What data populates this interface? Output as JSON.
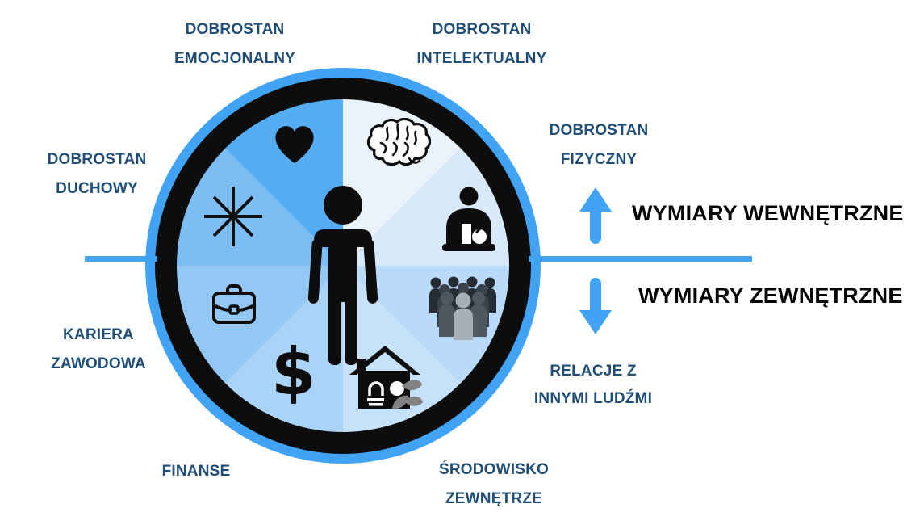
{
  "theme": {
    "accent": "#41a3f4",
    "label_color": "#1f4e79",
    "axis_text_color": "#050505",
    "wheel_ring_color": "#41a3f4",
    "wheel_inner_ring_color": "#0d0d0d"
  },
  "wheel": {
    "center_icon": "person-icon",
    "segments": [
      {
        "name": "dobrostan-intelektualny",
        "icon": "brain-icon",
        "color": "#eaf3fc"
      },
      {
        "name": "dobrostan-fizyczny",
        "icon": "person-eating-icon",
        "color": "#d8e9fa"
      },
      {
        "name": "relacje-z-innymi-ludzmi",
        "icon": "people-group-icon",
        "color": "#b9daf8"
      },
      {
        "name": "srodowisko-zewnetrze",
        "icon": "house-leaves-icon",
        "color": "#c6e1fa"
      },
      {
        "name": "finanse",
        "icon": "dollar-icon",
        "color": "#a9d3f7"
      },
      {
        "name": "kariera-zawodowa",
        "icon": "briefcase-icon",
        "color": "#93c8f5"
      },
      {
        "name": "dobrostan-duchowy",
        "icon": "star-icon",
        "color": "#7cbdf3"
      },
      {
        "name": "dobrostan-emocjonalny",
        "icon": "heart-icon",
        "color": "#55acf2"
      }
    ]
  },
  "labels": {
    "emotional": "DOBROSTAN\nEMOCJONALNY",
    "intellectual": "DOBROSTAN\nINTELEKTUALNY",
    "physical": "DOBROSTAN\nFIZYCZNY",
    "spiritual": "DOBROSTAN\nDUCHOWY",
    "career": "KARIERA\nZAWODOWA",
    "finance": "FINANSE",
    "environment": "ŚRODOWISKO\nZEWNĘTRZE",
    "relations": "RELACJE Z\nINNYMI LUDŹMI"
  },
  "axis": {
    "internal_label": "WYMIARY WEWNĘTRZNE",
    "external_label": "WYMIARY ZEWNĘTRZNE"
  },
  "glyphs": {
    "dollar": "$"
  }
}
